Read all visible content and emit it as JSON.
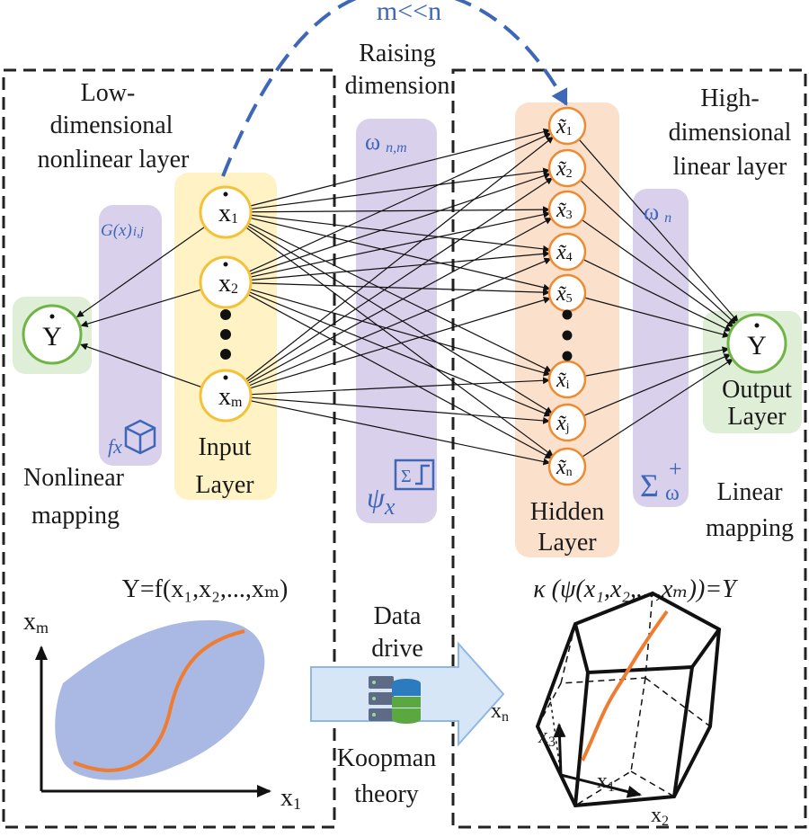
{
  "top_note": "m<<n",
  "raising": {
    "line1": "Raising",
    "line2": "dimension"
  },
  "low_layer": {
    "line1": "Low-",
    "line2": "dimensional",
    "line3": "nonlinear layer"
  },
  "high_layer": {
    "line1": "High-",
    "line2": "dimensional",
    "line3": "linear layer"
  },
  "weights": {
    "left_main": "G(x)",
    "left_sub": "i,j",
    "mid_main": "ω",
    "mid_sub": "n,m",
    "right_main": "ω",
    "right_sub": "n"
  },
  "icons": {
    "fx": "fx",
    "psi_main": "ψ",
    "psi_sub": "x",
    "sum_symbol": "Σ",
    "sum_sup": "+",
    "sum_sub": "ω",
    "names": [
      "cube-icon",
      "step-sum-icon",
      "sum-plus-icon",
      "database-icon"
    ]
  },
  "input_nodes": [
    "x",
    "x",
    "x"
  ],
  "input_subs": [
    "1",
    "2",
    "m"
  ],
  "hidden_nodes": [
    "x̃",
    "x̃",
    "x̃",
    "x̃",
    "x̃",
    "x̃",
    "x̃",
    "x̃"
  ],
  "hidden_subs": [
    "1",
    "2",
    "3",
    "4",
    "5",
    "i",
    "j",
    "n"
  ],
  "y_left": "Y",
  "y_right": "Y",
  "labels": {
    "nonlinear_1": "Nonlinear",
    "nonlinear_2": "mapping",
    "input_1": "Input",
    "input_2": "Layer",
    "hidden_1": "Hidden",
    "hidden_2": "Layer",
    "output_1": "Output",
    "output_2": "Layer",
    "linear_1": "Linear",
    "linear_2": "mapping"
  },
  "formula_left": "Y=f(x₁,x₂,...,xₘ)",
  "formula_right": "κ (ψ(x₁,x₂,...,xₘ))=Y",
  "data_drive": {
    "line1": "Data",
    "line2": "drive"
  },
  "koopman": {
    "line1": "Koopman",
    "line2": "theory"
  },
  "left_axes": {
    "y": "x",
    "y_sub": "m",
    "x": "x",
    "x_sub": "1"
  },
  "cube_axes": {
    "xn": "x",
    "xn_sub": "n",
    "x3": "x",
    "x3_sub": "3",
    "x1": "x",
    "x1_sub": "1",
    "x2": "x",
    "x2_sub": "2"
  },
  "colors": {
    "panel_purple": "#d9d0ec",
    "panel_yellow": "#fff2c4",
    "panel_orange": "#fbe0cc",
    "panel_green": "#dfeed6",
    "node_yellow": "#f4c13a",
    "node_orange": "#ee8a32",
    "node_green": "#6fb545",
    "accent_blue": "#3f67b8",
    "curve_orange": "#ee7d31",
    "blob_blue": "#aab8e4",
    "arrow_blue": "#bcd6f2"
  }
}
